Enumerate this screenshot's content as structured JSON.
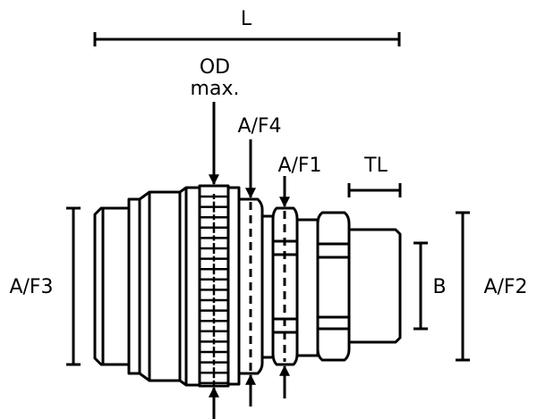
{
  "labels": {
    "length": "L",
    "od_line1": "OD",
    "od_line2": "max.",
    "af4": "A/F4",
    "af1": "A/F1",
    "tl": "TL",
    "af3": "A/F3",
    "b": "B",
    "af2": "A/F2"
  },
  "colors": {
    "stroke": "#000000",
    "background": "#ffffff"
  }
}
